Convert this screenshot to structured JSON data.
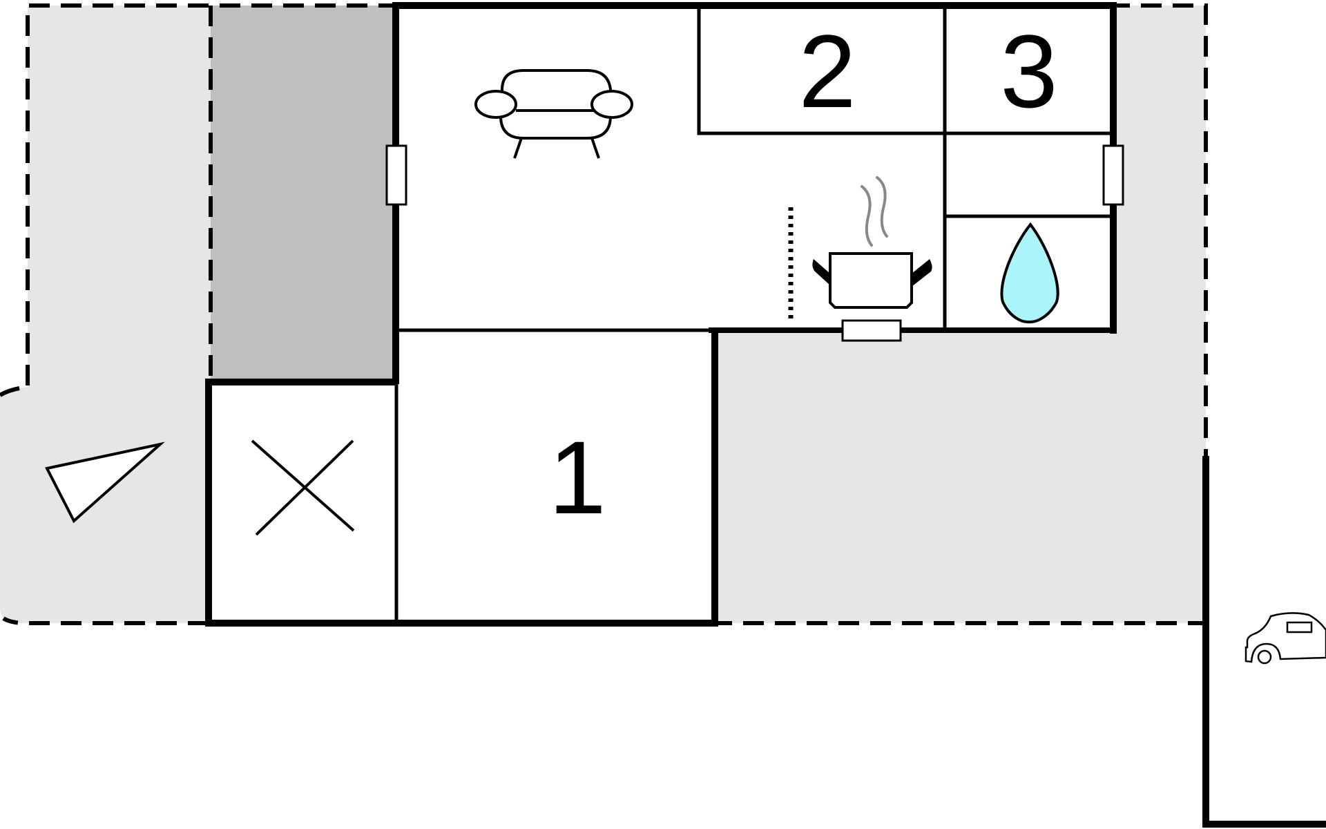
{
  "floor_plan": {
    "room_labels": {
      "room_1": "1",
      "room_2": "2",
      "room_3": "3"
    },
    "icons": [
      "sofa-icon",
      "cooking-pot-icon",
      "water-drop-icon",
      "car-icon",
      "bed-cross-icon",
      "compass-arrow-icon",
      "radiator-icon"
    ],
    "colors": {
      "wall": "#000000",
      "terrace": "#e6e6e6",
      "covered_area": "#bfbfbf",
      "room": "#ffffff",
      "water": "#aaf5fa",
      "steam": "#888888"
    }
  }
}
